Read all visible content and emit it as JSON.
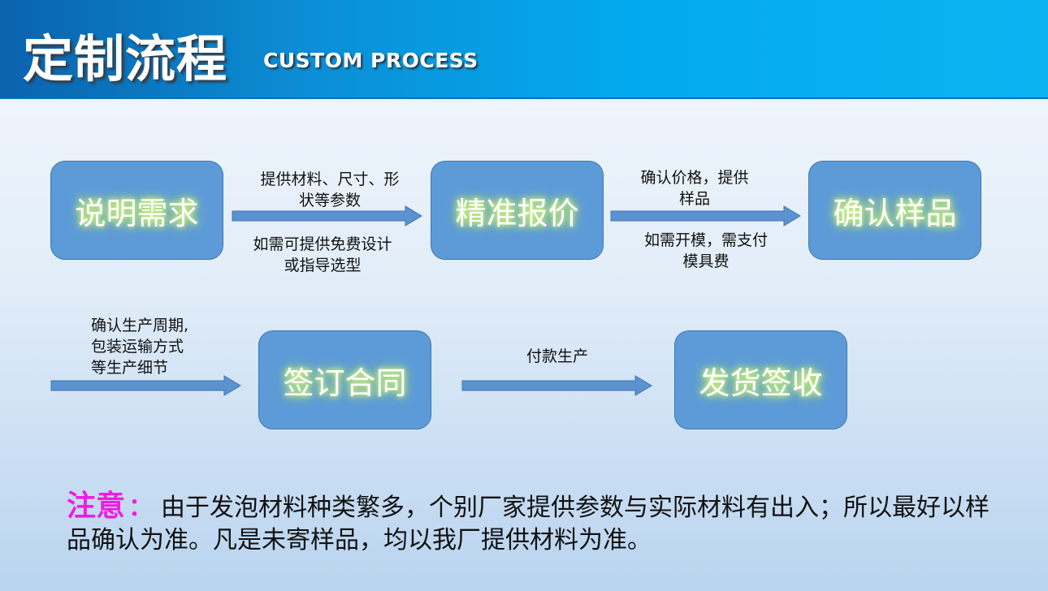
{
  "header": {
    "title": "定制流程",
    "subtitle": "CUSTOM  PROCESS"
  },
  "steps": {
    "step1": "说明需求",
    "step2": "精准报价",
    "step3": "确认样品",
    "step4": "签订合同",
    "step5": "发货签收"
  },
  "connectors": {
    "a_top_line1": "提供材料、尺寸、形",
    "a_top_line2": "状等参数",
    "a_bottom_line1": "如需可提供免费设计",
    "a_bottom_line2": "或指导选型",
    "b_top_line1": "确认价格，提供",
    "b_top_line2": "样品",
    "b_bottom_line1": "如需开模，需支付",
    "b_bottom_line2": "模具费",
    "c_line1": "确认生产周期,",
    "c_line2": "包装运输方式",
    "c_line3": "等生产细节",
    "d_line1": "付款生产"
  },
  "footer": {
    "label": "注意",
    "colon": "：",
    "text": "由于发泡材料种类繁多，个别厂家提供参数与实际材料有出入；所以最好以样品确认为准。凡是未寄样品，均以我厂提供材料为准。"
  },
  "colors": {
    "header": "#03a9ee",
    "box": "#5d9bd8",
    "arrow": "#5b92cf",
    "note_label": "#ee1ee0"
  }
}
